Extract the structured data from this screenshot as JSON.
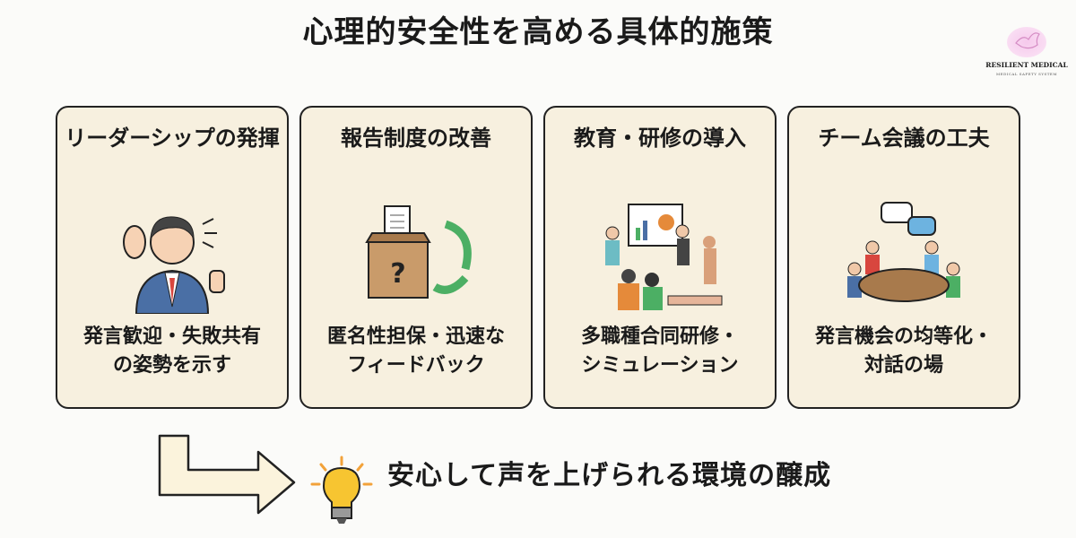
{
  "title": "心理的安全性を高める具体的施策",
  "logo": {
    "name": "RESILIENT MEDICAL",
    "sub": "MEDICAL SAFETY SYSTEM"
  },
  "cards": [
    {
      "title": "リーダーシップの発揮",
      "desc_line1": "発言歓迎・失敗共有",
      "desc_line2": "の姿勢を示す"
    },
    {
      "title": "報告制度の改善",
      "desc_line1": "匿名性担保・迅速な",
      "desc_line2": "フィードバック"
    },
    {
      "title": "教育・研修の導入",
      "desc_line1": "多職種合同研修・",
      "desc_line2": "シミュレーション"
    },
    {
      "title": "チーム会議の工夫",
      "desc_line1": "発言機会の均等化・",
      "desc_line2": "対話の場"
    }
  ],
  "outcome": "安心して声を上げられる環境の醸成",
  "colors": {
    "card_bg": "#f7f0df",
    "border": "#222222",
    "arrow_fill": "#fbf3dc",
    "bulb": "#f7c531"
  }
}
